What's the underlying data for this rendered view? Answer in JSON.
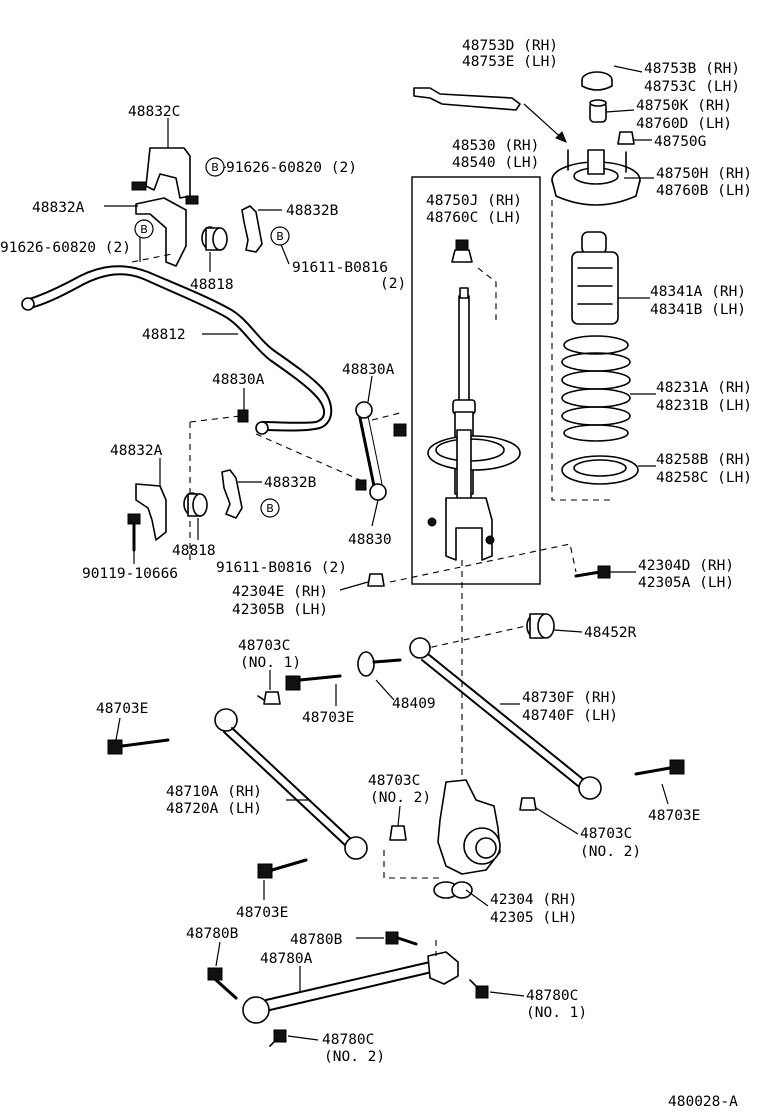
{
  "labels": {
    "p48753d": "48753D (RH)",
    "p48753e": "48753E (LH)",
    "p48753b": "48753B (RH)",
    "p48753c": "48753C (LH)",
    "p48750k": "48750K (RH)",
    "p48760d": "48760D (LH)",
    "p48750g": "48750G",
    "p48530": "48530 (RH)",
    "p48540": "48540 (LH)",
    "p48750h": "48750H (RH)",
    "p48760b": "48760B (LH)",
    "p48750j": "48750J (RH)",
    "p48760c": "48760C (LH)",
    "p48341a": "48341A (RH)",
    "p48341b": "48341B (LH)",
    "p48231a": "48231A (RH)",
    "p48231b": "48231B (LH)",
    "p48258b": "48258B (RH)",
    "p48258c": "48258C (LH)",
    "p42304d": "42304D (RH)",
    "p42305a": "42305A (LH)",
    "p42304e": "42304E (RH)",
    "p42305b": "42305B (LH)",
    "p48832c": "48832C",
    "p48832a_top": "48832A",
    "p48832b_top": "48832B",
    "p91626_right": "91626-60820 (2)",
    "p91626_left": "91626-60820 (2)",
    "p91611_top": "91611-B0816",
    "p91611_top_qty": "(2)",
    "p48818_top": "48818",
    "p48812": "48812",
    "p48830a_left": "48830A",
    "p48830a_right": "48830A",
    "p48832a_low": "48832A",
    "p48832b_low": "48832B",
    "p48818_low": "48818",
    "p48830": "48830",
    "p90119": "90119-10666",
    "p91611_low": "91611-B0816 (2)",
    "p48452r": "48452R",
    "p48703c_no1": "48703C",
    "p48703c_no1_sub": "(NO. 1)",
    "p48703e_mid": "48703E",
    "p48409": "48409",
    "p48703e_left": "48703E",
    "p48730f": "48730F (RH)",
    "p48740f": "48740F (LH)",
    "p48710a": "48710A (RH)",
    "p48720a": "48720A (LH)",
    "p48703c_no2_a": "48703C",
    "p48703c_no2_a_sub": "(NO. 2)",
    "p48703e_right": "48703E",
    "p48703c_no2_b": "48703C",
    "p48703c_no2_b_sub": "(NO. 2)",
    "p48703e_low": "48703E",
    "p42304": "42304 (RH)",
    "p42305": "42305 (LH)",
    "p48780b_left": "48780B",
    "p48780b_mid": "48780B",
    "p48780a": "48780A",
    "p48780c_no1": "48780C",
    "p48780c_no1_sub": "(NO. 1)",
    "p48780c_no2": "48780C",
    "p48780c_no2_sub": "(NO. 2)",
    "figure_code": "480028-A"
  },
  "badges": {
    "b1": "B",
    "b2": "B",
    "b3": "B",
    "b4": "B"
  }
}
